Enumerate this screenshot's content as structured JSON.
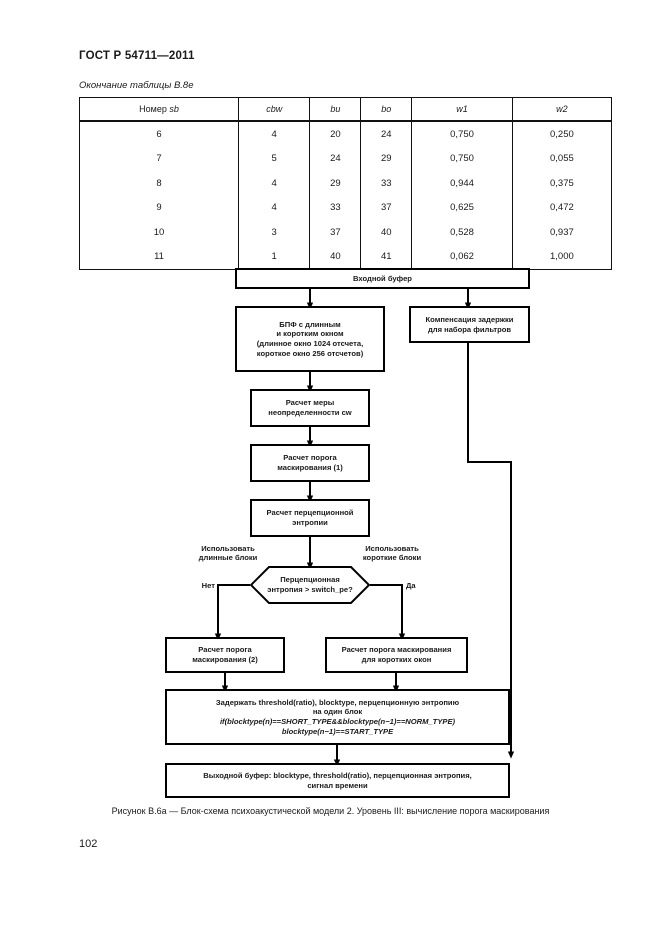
{
  "document": {
    "standard_header": "ГОСТ Р 54711—2011",
    "table_caption": "Окончание таблицы В.8е",
    "page_number": "102",
    "figure_caption": "Рисунок В.6а — Блок-схема психоакустической модели 2. Уровень III: вычисление порога маскирования"
  },
  "table": {
    "headers": [
      "Номер sb",
      "cbw",
      "bu",
      "bo",
      "w1",
      "w2"
    ],
    "rows": [
      [
        "6",
        "4",
        "20",
        "24",
        "0,750",
        "0,250"
      ],
      [
        "7",
        "5",
        "24",
        "29",
        "0,750",
        "0,055"
      ],
      [
        "8",
        "4",
        "29",
        "33",
        "0,944",
        "0,375"
      ],
      [
        "9",
        "4",
        "33",
        "37",
        "0,625",
        "0,472"
      ],
      [
        "10",
        "3",
        "37",
        "40",
        "0,528",
        "0,937"
      ],
      [
        "11",
        "1",
        "40",
        "41",
        "0,062",
        "1,000"
      ]
    ]
  },
  "flowchart": {
    "input_buffer": "Входной буфер",
    "fft_block": {
      "line1": "БПФ с длинным",
      "line2": "и коротким окном",
      "line3": "(длинное окно 1024 отсчета,",
      "line4": "короткое окно 256 отсчетов)"
    },
    "delay_compensation": {
      "line1": "Компенсация задержки",
      "line2": "для набора фильтров"
    },
    "unpredictability": {
      "line1": "Расчет меры",
      "line2": "неопределенности cw"
    },
    "masking_threshold_1": {
      "line1": "Расчет порога",
      "line2": "маскирования (1)"
    },
    "perceptual_entropy": {
      "line1": "Расчет перцепционной",
      "line2": "энтропии"
    },
    "use_long_blocks": {
      "line1": "Использовать",
      "line2": "длинные блоки"
    },
    "use_short_blocks": {
      "line1": "Использовать",
      "line2": "короткие блоки"
    },
    "decision": {
      "line1": "Перцепционная",
      "line2": "энтропия > switch_pe?"
    },
    "branch_no": "Нет",
    "branch_yes": "Да",
    "masking_threshold_2": {
      "line1": "Расчет порога",
      "line2": "маскирования (2)"
    },
    "masking_threshold_short": {
      "line1": "Расчет порога маскирования",
      "line2": "для коротких окон"
    },
    "delay_block": {
      "line1": "Задержать threshold(ratio), blocktype, перцепционную энтропию",
      "line2": "на один блок",
      "line3": "if(blocktype(n)==SHORT_TYPE&&blocktype(n−1)==NORM_TYPE)",
      "line4": "blocktype(n−1)==START_TYPE"
    },
    "output_buffer": {
      "line1": "Выходной буфер: blocktype, threshold(ratio), перцепционная энтропия,",
      "line2": "сигнал времени"
    }
  },
  "colors": {
    "ink": "#1a1a1a",
    "line": "#000000",
    "page_background": "#ffffff"
  }
}
